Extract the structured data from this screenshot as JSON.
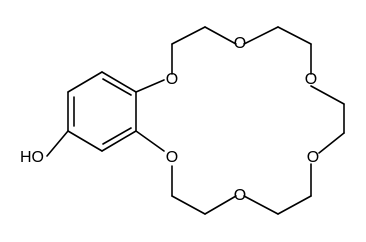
{
  "structure": {
    "atoms": {
      "o1": "O",
      "o2": "O",
      "o3": "O",
      "o4": "O",
      "o5": "O",
      "o6": "O",
      "hydroxyl": "HO"
    }
  }
}
